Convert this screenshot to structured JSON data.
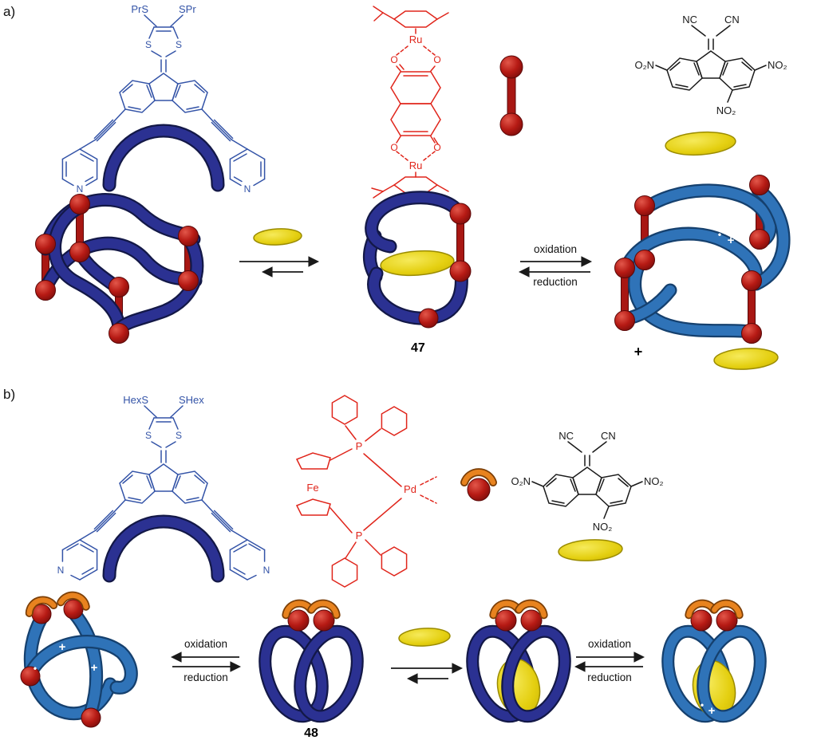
{
  "colors": {
    "structure_blue": "#3353a7",
    "cartoon_navy": "#2b3192",
    "cartoon_navy_outline": "#131847",
    "oxidized_blue": "#2f73b8",
    "oxidized_blue_outline": "#15406e",
    "structure_red": "#e0251b",
    "ball_red": "#b61a14",
    "bar_red": "#a81713",
    "guest_yellow": "#e4cf10",
    "cap_orange": "#e8831f",
    "text_black": "#1a1a1a"
  },
  "marks": {
    "plus": "+",
    "dot": "•"
  },
  "panel_a": {
    "label": "a)",
    "ligand": {
      "thio_left": "PrS",
      "thio_right": "SPr",
      "sulfur": "S",
      "nitrogen": "N"
    },
    "complex": {
      "metal": "Ru",
      "oxygen": "O"
    },
    "guest": {
      "nitrile_left": "NC",
      "nitrile_right": "CN",
      "nitro_left": "O₂N",
      "nitro_right": "NO₂",
      "nitro_bottom": "NO₂"
    },
    "scheme": {
      "compound": "47",
      "oxidation": "oxidation",
      "reduction": "reduction",
      "plus": "+"
    }
  },
  "panel_b": {
    "label": "b)",
    "ligand": {
      "thio_left": "HexS",
      "thio_right": "SHex",
      "sulfur": "S",
      "nitrogen": "N"
    },
    "complex": {
      "iron": "Fe",
      "phosphorus": "P",
      "palladium": "Pd"
    },
    "guest": {
      "nitrile_left": "NC",
      "nitrile_right": "CN",
      "nitro_left": "O₂N",
      "nitro_right": "NO₂",
      "nitro_bottom": "NO₂"
    },
    "scheme": {
      "compound": "48",
      "oxidation": "oxidation",
      "reduction": "reduction"
    }
  }
}
